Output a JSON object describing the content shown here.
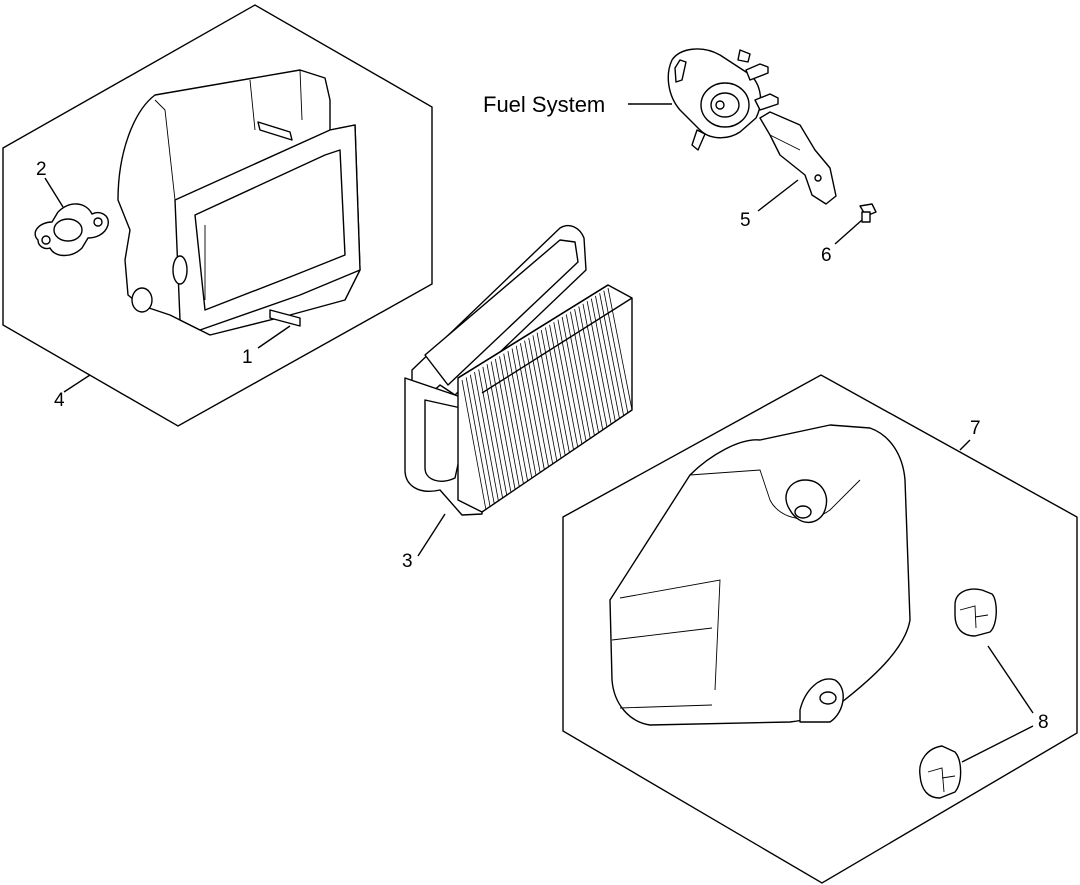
{
  "callouts": {
    "c1": "1",
    "c2": "2",
    "c3": "3",
    "c4": "4",
    "c5": "5",
    "c6": "6",
    "c7": "7",
    "c8": "8",
    "fuel_system": "Fuel System"
  },
  "colors": {
    "line": "#000000",
    "background": "#ffffff"
  }
}
